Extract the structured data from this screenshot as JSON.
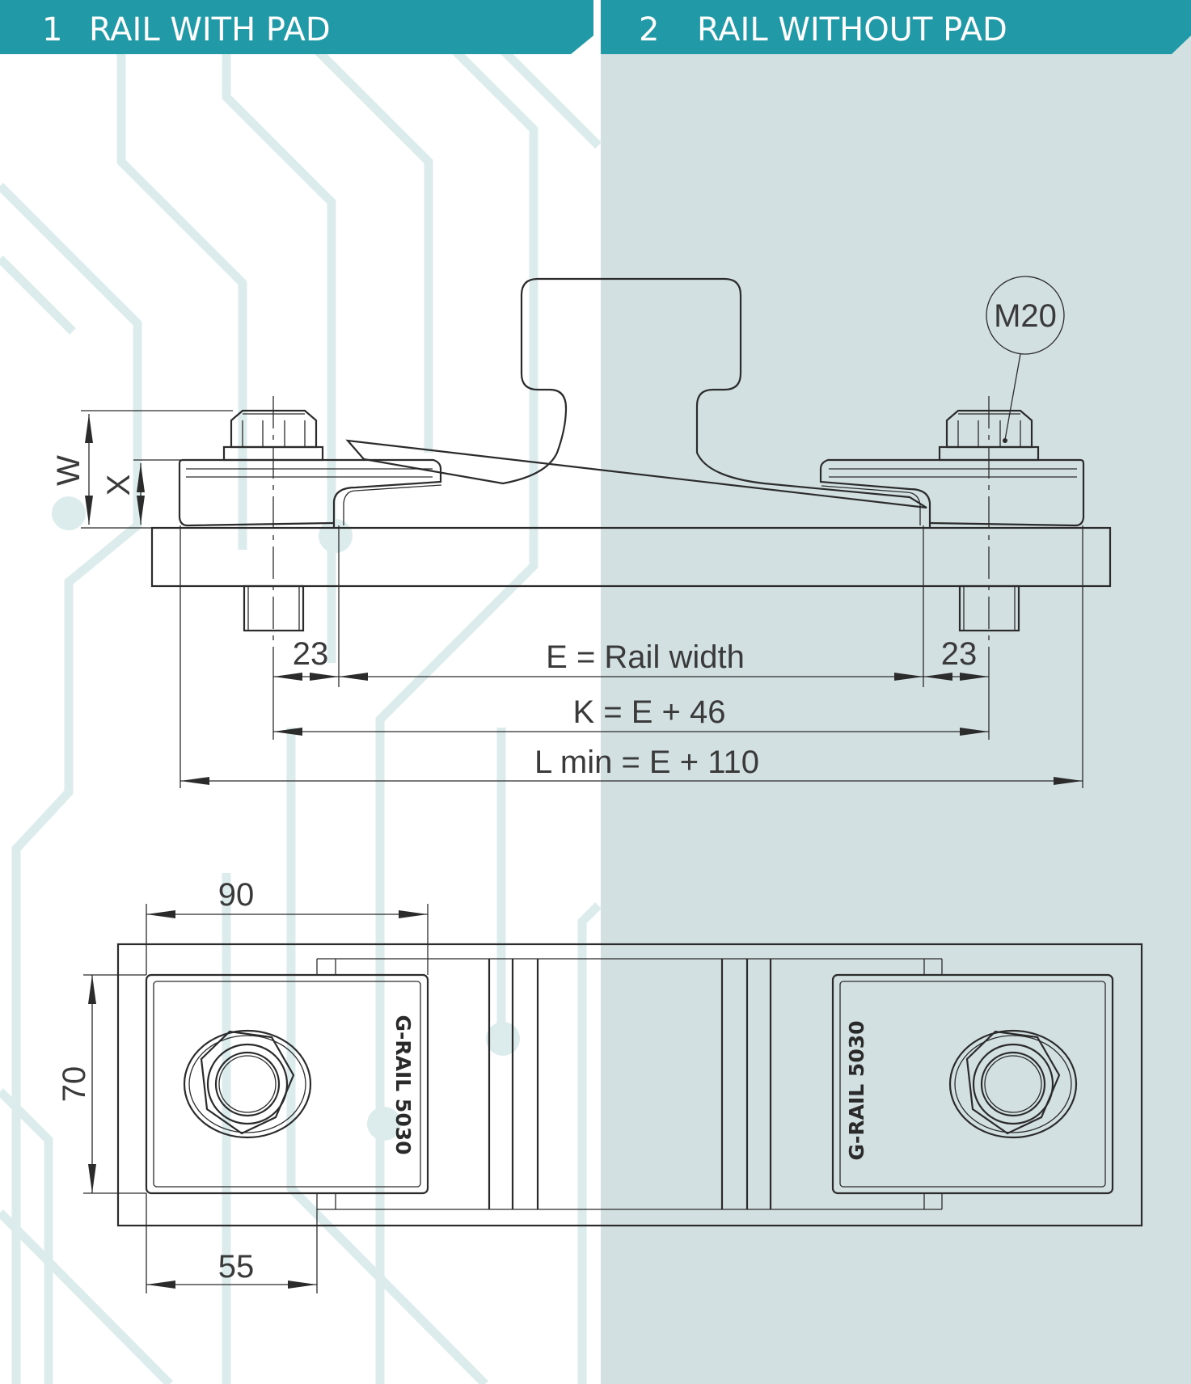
{
  "header": {
    "left": {
      "number": "1",
      "title": "RAIL WITH PAD"
    },
    "right": {
      "number": "2",
      "title": "RAIL WITHOUT PAD"
    }
  },
  "colors": {
    "header_teal": "#2199a6",
    "right_panel_bg": "#d3e0e2",
    "circuit_trace": "#dcebeb",
    "line": "#2b2b2b"
  },
  "side_view": {
    "bolt_callout": "M20",
    "dim_w": "W",
    "dim_x": "X",
    "dim_offset_left": "23",
    "dim_offset_right": "23",
    "dim_e": "E = Rail width",
    "dim_k": "K = E + 46",
    "dim_l": "L min = E + 110"
  },
  "top_view": {
    "dim_90": "90",
    "dim_70": "70",
    "dim_55": "55",
    "brand_left": "G-RAIL 5030",
    "brand_right": "G-RAIL 5030"
  }
}
